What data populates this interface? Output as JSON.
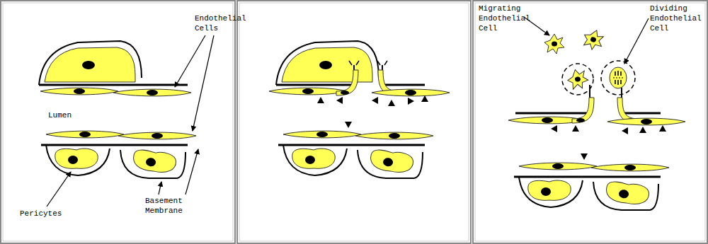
{
  "diagram": {
    "labels": [
      "Endothelial Cells",
      "Lumen",
      "Pericytes",
      "Basement Membrane",
      "Migrating Endothelial Cell",
      "Dividing Endothelial Cell"
    ]
  }
}
